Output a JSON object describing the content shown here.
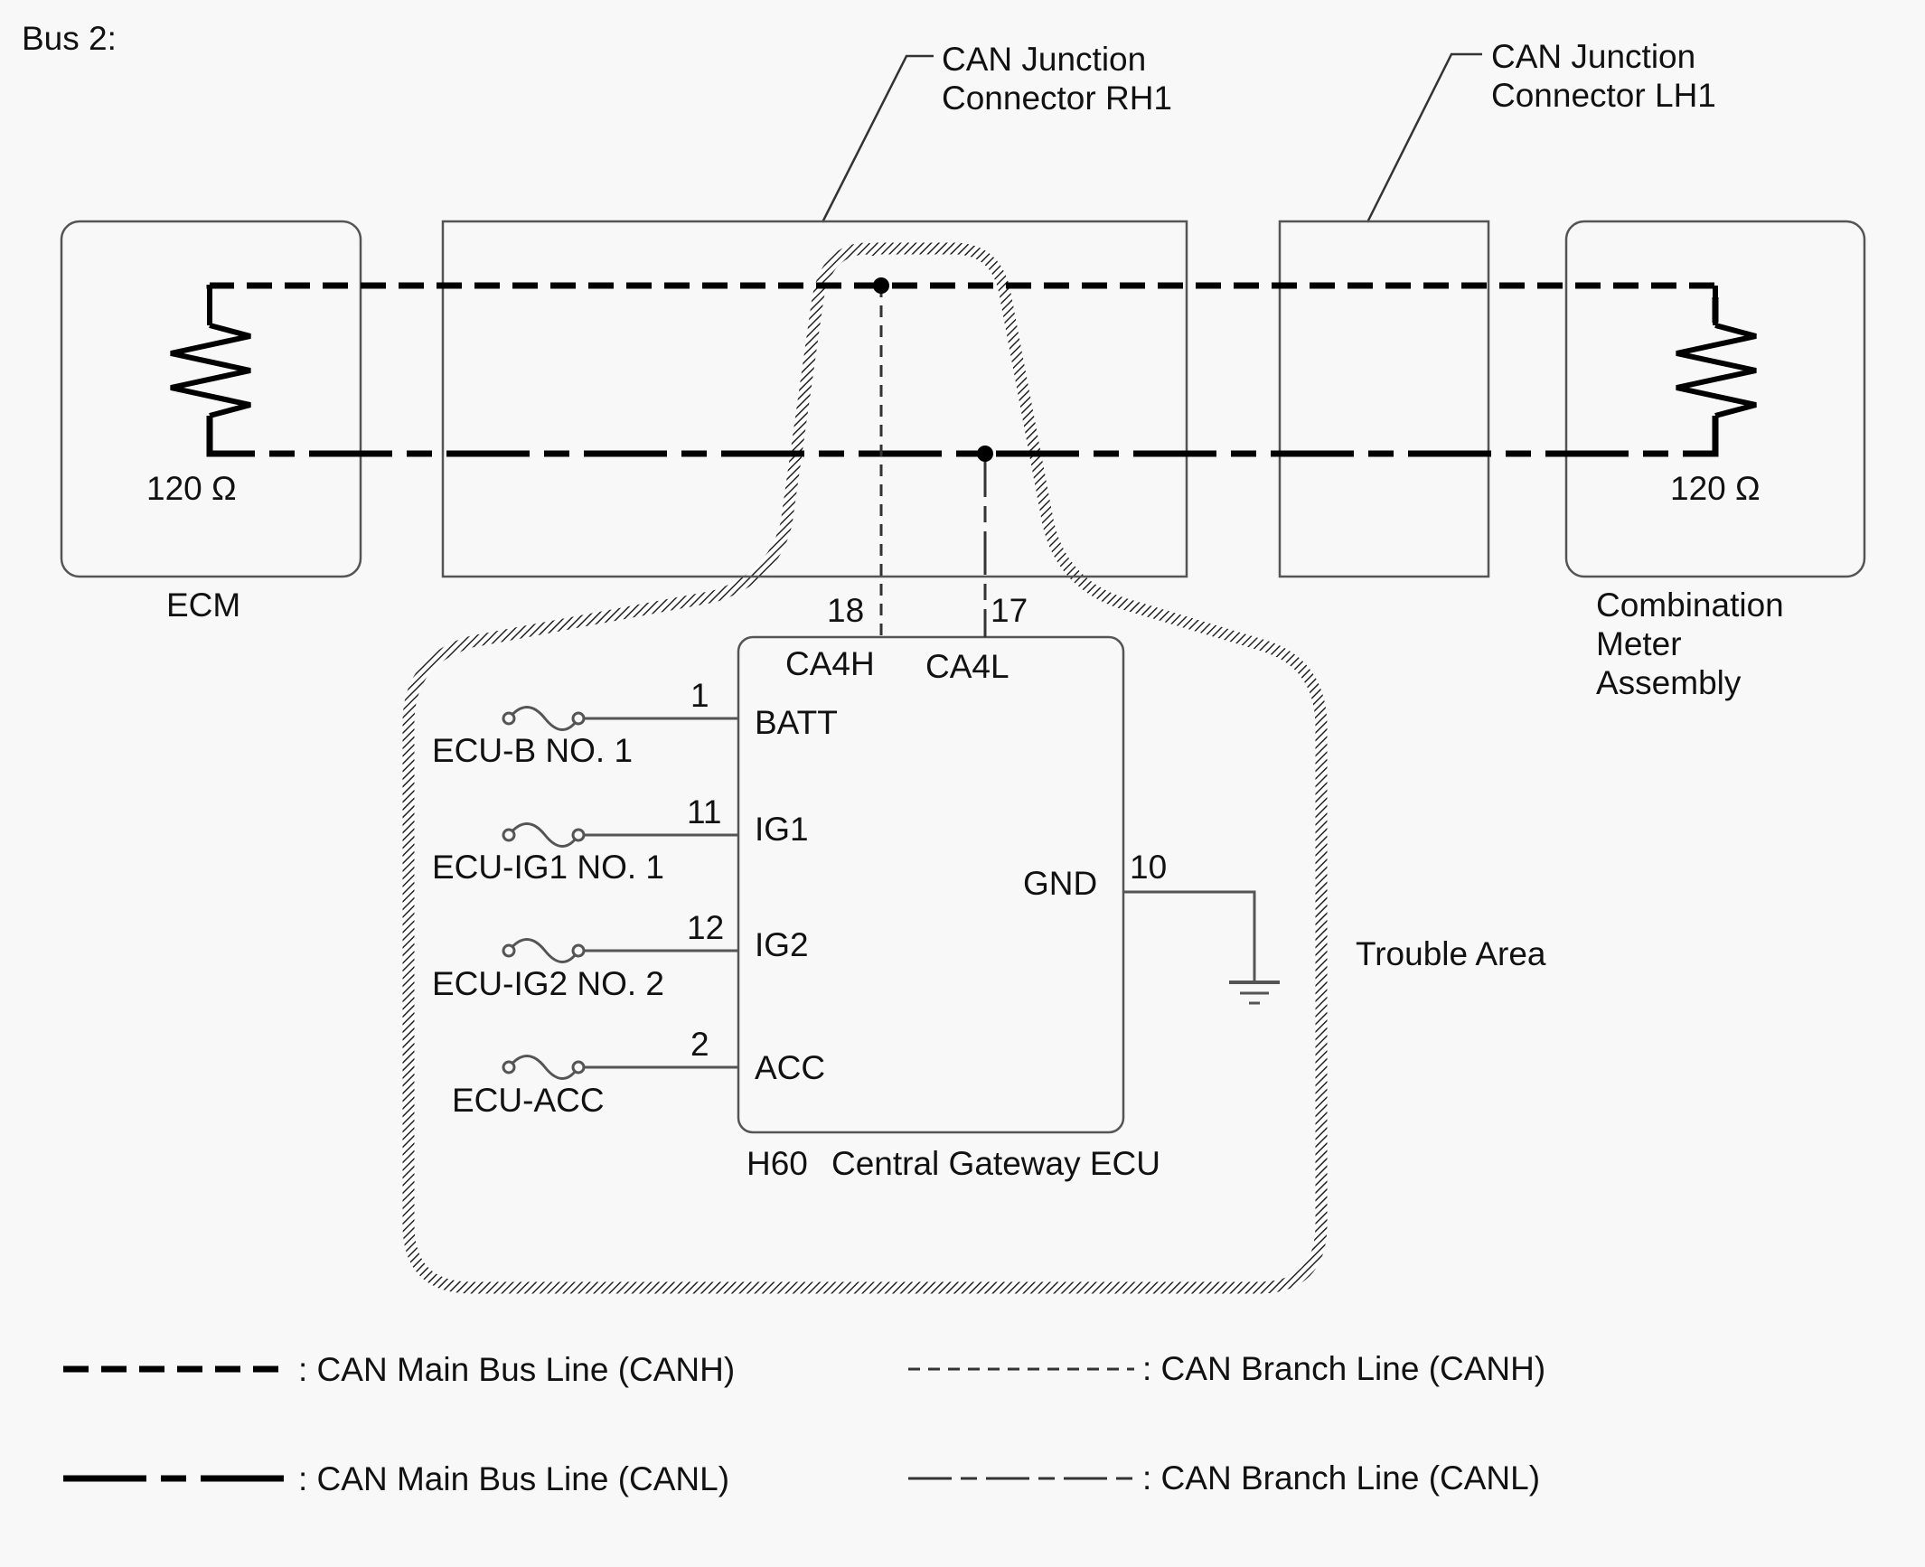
{
  "title": "Bus 2:",
  "connectors": {
    "rh1_line1": "CAN Junction",
    "rh1_line2": "Connector RH1",
    "lh1_line1": "CAN Junction",
    "lh1_line2": "Connector LH1"
  },
  "ecm": {
    "label": "ECM",
    "resistor": "120 Ω"
  },
  "meter": {
    "line1": "Combination",
    "line2": "Meter",
    "line3": "Assembly",
    "resistor": "120 Ω"
  },
  "gateway": {
    "pin_canh": "18",
    "pin_canl": "17",
    "terminal_canh": "CA4H",
    "terminal_canl": "CA4L",
    "connector_code": "H60",
    "name": "Central Gateway ECU",
    "inputs": [
      {
        "pin": "1",
        "terminal": "BATT",
        "fuse": "ECU-B NO. 1"
      },
      {
        "pin": "11",
        "terminal": "IG1",
        "fuse": "ECU-IG1 NO. 1"
      },
      {
        "pin": "12",
        "terminal": "IG2",
        "fuse": "ECU-IG2 NO. 2"
      },
      {
        "pin": "2",
        "terminal": "ACC",
        "fuse": "ECU-ACC"
      }
    ],
    "ground_terminal": "GND",
    "ground_pin": "10"
  },
  "trouble_area": "Trouble Area",
  "legend": {
    "main_canh": ": CAN Main Bus Line (CANH)",
    "main_canl": ": CAN Main Bus Line (CANL)",
    "branch_canh": ": CAN Branch Line (CANH)",
    "branch_canl": ": CAN Branch Line (CANL)"
  }
}
